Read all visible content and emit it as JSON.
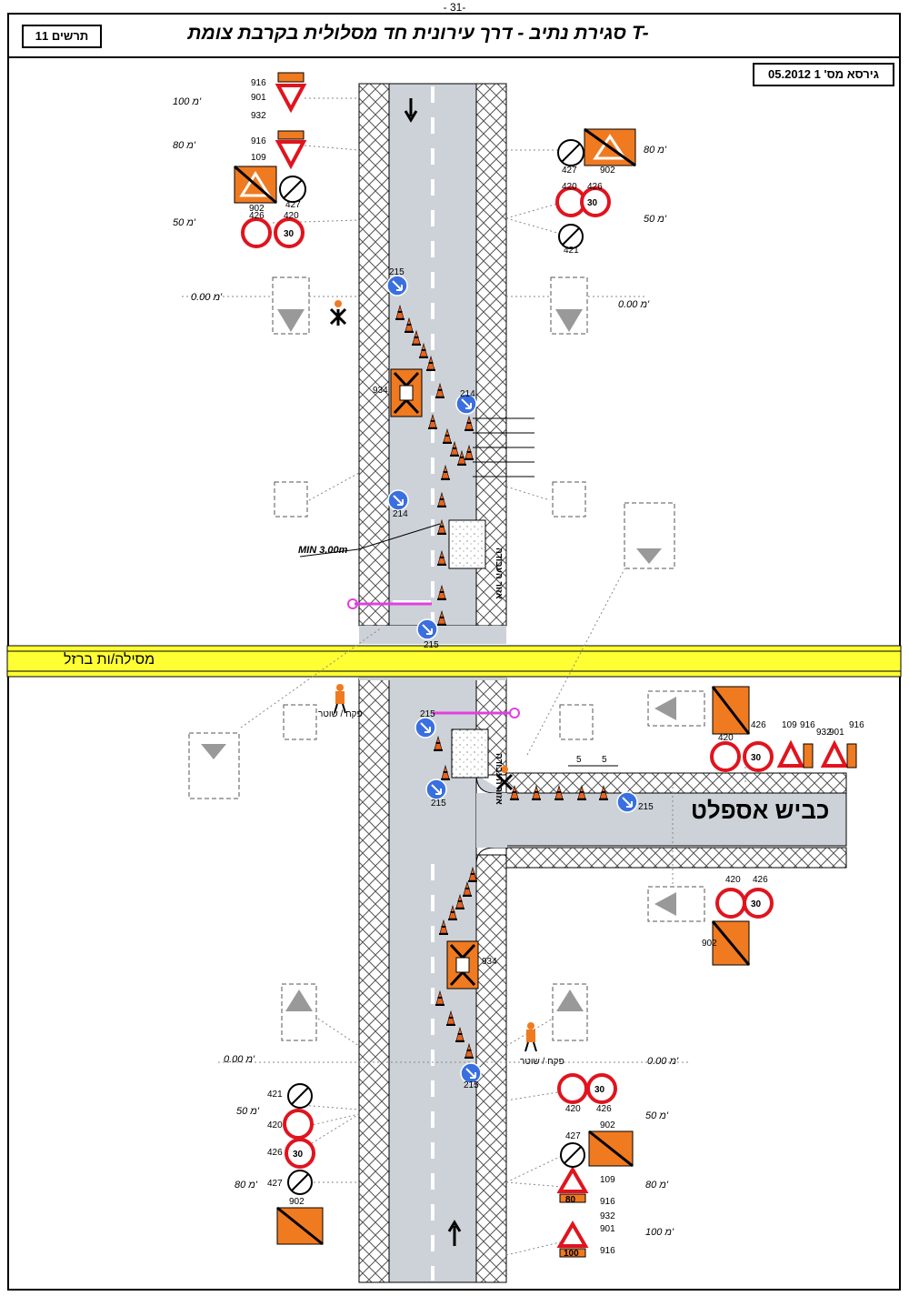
{
  "page": {
    "page_number": "- 31-",
    "title": "סגירת נתיב - דרך עירונית חד מסלולית בקרבת צומת T-",
    "drawing_no": "תרשים 11",
    "version": "גירסא מס' 1 05.2012"
  },
  "labels": {
    "rail_crossing": "מסילה/ות ברזל",
    "side_road": "כביש אספלט",
    "work_zone": "אזור העבודה",
    "min_distance": "MIN 3.00m",
    "flagger": "פקח / שוטר",
    "lane_spacing": "5"
  },
  "distances": {
    "d100": "100 מ'",
    "d80": "80 מ'",
    "d50": "50 מ'",
    "d0": "0.00 מ'"
  },
  "sign_codes": {
    "s916": "916",
    "s901": "901",
    "s932": "932",
    "s109": "109",
    "s427": "427",
    "s902": "902",
    "s426": "426",
    "s420": "420",
    "s421": "421",
    "s215": "215",
    "s214": "214",
    "s934": "934",
    "speed": "30",
    "sub80": "80",
    "sub100": "100"
  },
  "colors": {
    "road": "#cdd2d8",
    "rail": "#ffff33",
    "sign_orange": "#f07a20",
    "sign_red": "#e0141e",
    "sign_blue": "#3a6fe0",
    "magenta": "#e040e0"
  }
}
